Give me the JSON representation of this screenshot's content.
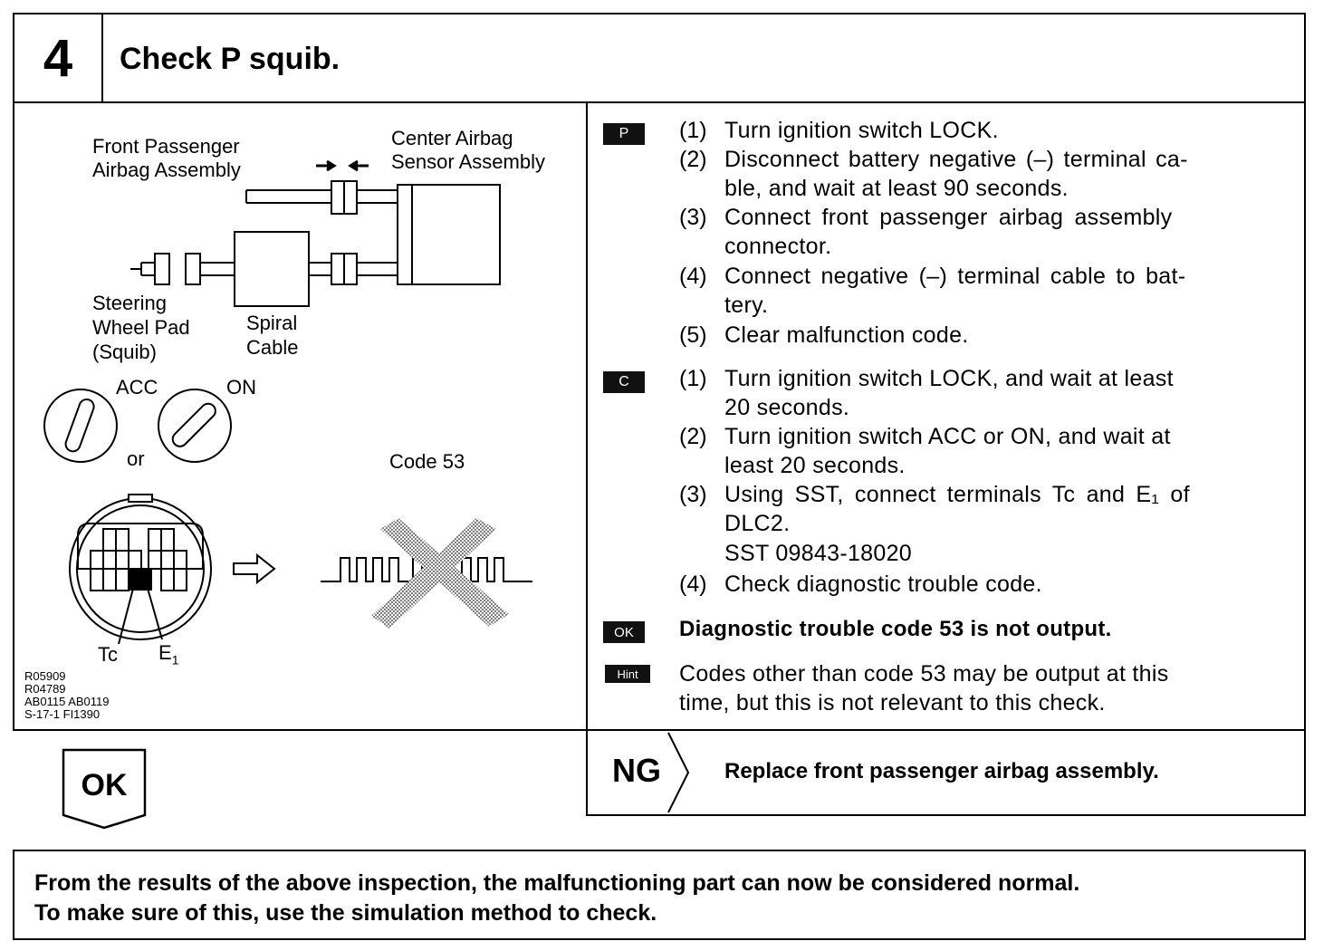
{
  "header": {
    "step_number": "4",
    "title": "Check P squib."
  },
  "diagram": {
    "front_passenger_label_1": "Front Passenger",
    "front_passenger_label_2": "Airbag Assembly",
    "center_airbag_label_1": "Center Airbag",
    "center_airbag_label_2": "Sensor Assembly",
    "steering_label_1": "Steering",
    "steering_label_2": "Wheel Pad",
    "steering_label_3": "(Squib)",
    "spiral_label_1": "Spiral",
    "spiral_label_2": "Cable",
    "acc_label": "ACC",
    "on_label": "ON",
    "or_label": "or",
    "code_label": "Code 53",
    "tc_label": "Tc",
    "e1_label": "E",
    "e1_sub": "1",
    "ref_codes": [
      "R05909",
      "R04789",
      "AB0115 AB0119",
      "S-17-1 FI1390"
    ]
  },
  "instructions": {
    "p_tag": "P",
    "p_steps": [
      {
        "num": "(1)",
        "lines": [
          "Turn ignition switch LOCK."
        ]
      },
      {
        "num": "(2)",
        "lines": [
          "Disconnect battery negative (–) terminal ca-",
          "ble, and wait at least 90 seconds."
        ]
      },
      {
        "num": "(3)",
        "lines": [
          "Connect front passenger airbag assembly",
          "connector."
        ]
      },
      {
        "num": "(4)",
        "lines": [
          "Connect negative (–) terminal cable to bat-",
          "tery."
        ]
      },
      {
        "num": "(5)",
        "lines": [
          "Clear malfunction code."
        ]
      }
    ],
    "c_tag": "C",
    "c_steps": [
      {
        "num": "(1)",
        "lines": [
          "Turn ignition switch LOCK, and wait at least",
          "20 seconds."
        ]
      },
      {
        "num": "(2)",
        "lines": [
          "Turn ignition switch ACC or ON, and wait at",
          "least 20 seconds."
        ]
      },
      {
        "num": "(3)",
        "lines": [
          "Using SST, connect terminals Tc and E₁ of",
          "DLC2.",
          "SST 09843-18020"
        ]
      },
      {
        "num": "(4)",
        "lines": [
          "Check diagnostic trouble code."
        ]
      }
    ],
    "ok_tag": "OK",
    "ok_text": "Diagnostic trouble code 53 is not output.",
    "hint_tag": "Hint",
    "hint_lines": [
      "Codes other than code 53 may be output at this",
      "time, but this is not relevant to this check."
    ]
  },
  "result": {
    "ok_label": "OK",
    "ng_label": "NG",
    "ng_text": "Replace front passenger airbag assembly."
  },
  "footer": {
    "line1": "From the results of the above inspection, the malfunctioning part can now be considered normal.",
    "line2": "To make sure of this, use the simulation method to check."
  }
}
